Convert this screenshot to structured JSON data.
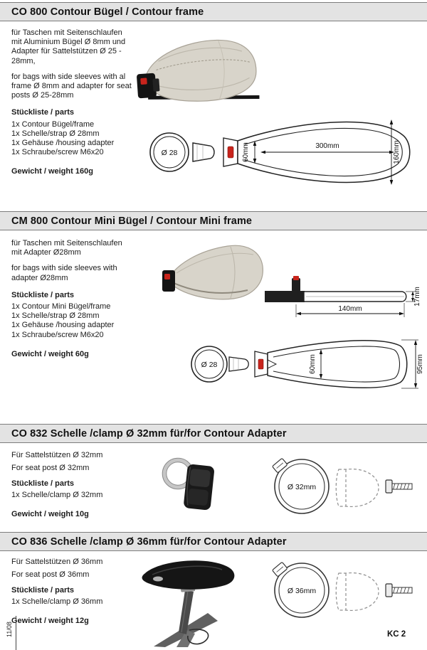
{
  "page": {
    "edition": "11/08",
    "page_code": "KC 2"
  },
  "sections": [
    {
      "title": "CO 800 Contour Bügel / Contour frame",
      "desc_de": "für Taschen mit Seitenschlaufen mit Aluminium Bügel Ø 8mm und Adapter für Sattelstützen Ø 25 - 28mm,",
      "desc_en": "for bags with side sleeves with al frame Ø 8mm and adapter for seat posts Ø 25-28mm",
      "parts_heading": "Stückliste / parts",
      "parts": [
        "1x Contour Bügel/frame",
        "1x Schelle/strap Ø 28mm",
        "1x Gehäuse /housing adapter",
        "1x Schraube/screw M6x20"
      ],
      "weight": "Gewicht / weight 160g",
      "dims": {
        "circle": "Ø 28",
        "inner": "60mm",
        "length": "300mm",
        "height": "160mm"
      }
    },
    {
      "title": "CM 800 Contour Mini Bügel / Contour Mini frame",
      "desc_de": "für Taschen mit Seitenschlaufen mit Adapter Ø28mm",
      "desc_en": "for bags with side sleeves with adapter Ø28mm",
      "parts_heading": "Stückliste / parts",
      "parts": [
        "1x Contour Mini Bügel/frame",
        "1x Schelle/strap Ø 28mm",
        "1x Gehäuse /housing adapter",
        "1x Schraube/screw M6x20"
      ],
      "weight": "Gewicht / weight 60g",
      "dims": {
        "circle": "Ø 28",
        "thickness": "17mm",
        "length": "140mm",
        "inner": "60mm",
        "height": "95mm"
      }
    },
    {
      "title": "CO 832 Schelle /clamp Ø 32mm für/for Contour Adapter",
      "desc_de": "Für Sattelstützen Ø 32mm",
      "desc_en": "For seat post Ø 32mm",
      "parts_heading": "Stückliste / parts",
      "parts": [
        "1x Schelle/clamp Ø 32mm"
      ],
      "weight": "Gewicht / weight 10g",
      "dims": {
        "ring": "Ø 32mm"
      }
    },
    {
      "title": "CO 836 Schelle /clamp Ø 36mm für/for Contour Adapter",
      "desc_de": "Für Sattelstützen Ø 36mm",
      "desc_en": "For seat post Ø 36mm",
      "parts_heading": "Stückliste / parts",
      "parts": [
        "1x Schelle/clamp Ø 36mm"
      ],
      "weight": "Gewicht / weight 12g",
      "dims": {
        "ring": "Ø 36mm"
      }
    }
  ]
}
